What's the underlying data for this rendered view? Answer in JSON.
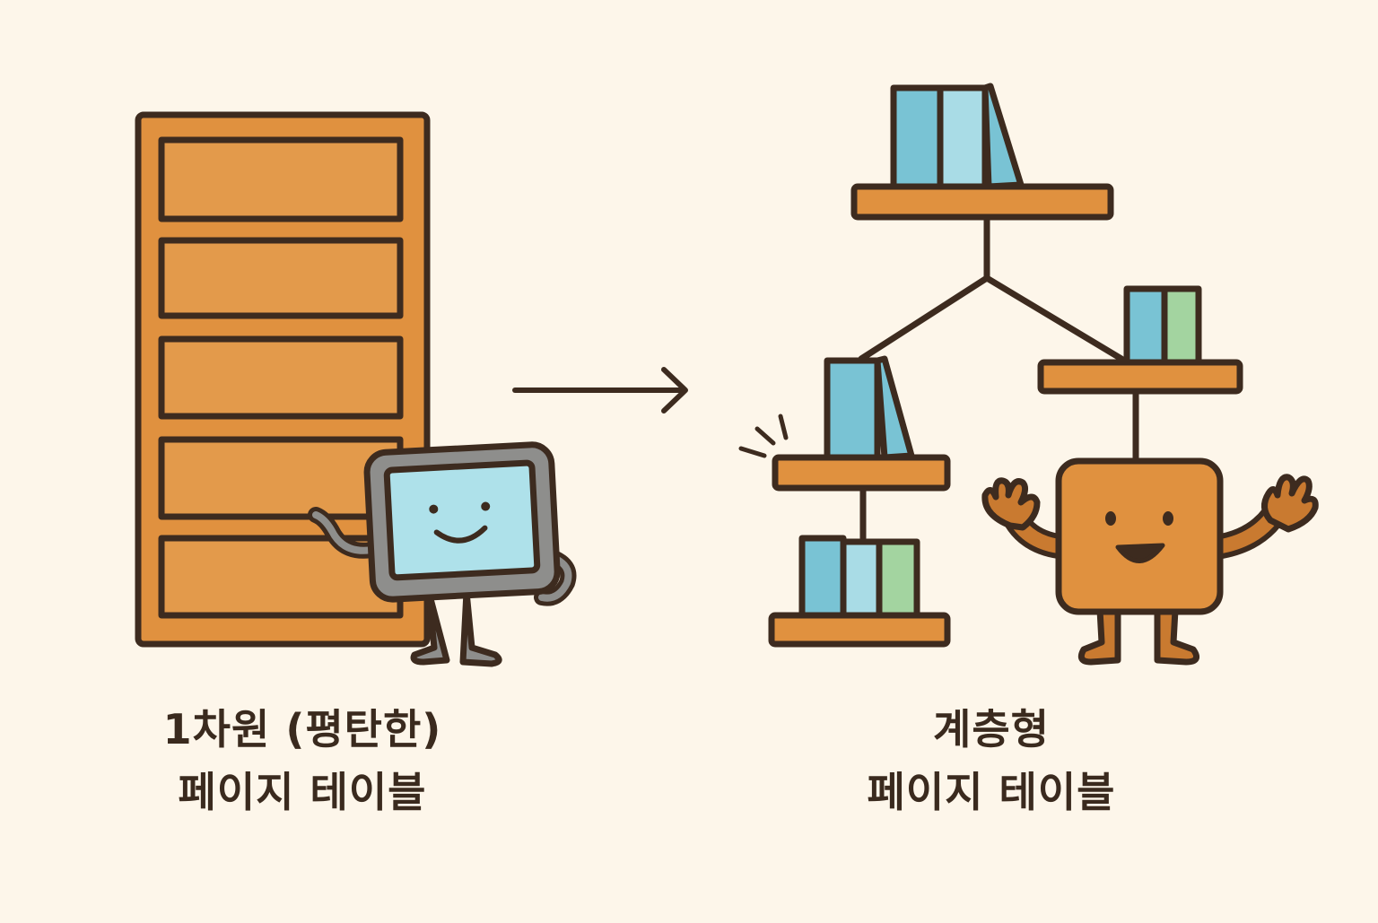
{
  "left": {
    "title_line1": "1차원 (평탄한)",
    "title_line2": "페이지 테이블"
  },
  "right": {
    "title_line1": "계층형",
    "title_line2": "페이지 테이블"
  },
  "icons": {
    "cabinet": "drawer-cabinet-icon",
    "left_mascot": "monitor-mascot-icon",
    "arrow": "arrow-right-icon",
    "tree": "hierarchical-bookshelf-tree",
    "right_mascot": "box-mascot-icon"
  },
  "colors": {
    "background": "#fdf6ea",
    "outline": "#3d2b1f",
    "orange": "#e0913f",
    "blue_dark": "#79c3d4",
    "blue_light": "#a9dce6",
    "green": "#a3d4a0",
    "grey": "#8e8e8c",
    "screen": "#aee1ea"
  }
}
